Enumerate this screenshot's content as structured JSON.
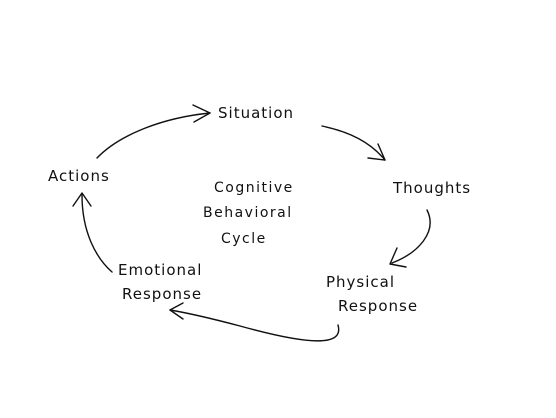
{
  "diagram": {
    "center": {
      "line1": "Cognitive",
      "line2": "Behavioral",
      "line3": "Cycle"
    },
    "nodes": {
      "situation": "Situation",
      "thoughts": "Thoughts",
      "physical_line1": "Physical",
      "physical_line2": "Response",
      "emotional_line1": "Emotional",
      "emotional_line2": "Response",
      "actions": "Actions"
    },
    "edges": [
      {
        "from": "Situation",
        "to": "Thoughts"
      },
      {
        "from": "Thoughts",
        "to": "Physical Response"
      },
      {
        "from": "Physical Response",
        "to": "Emotional Response"
      },
      {
        "from": "Emotional Response",
        "to": "Actions"
      },
      {
        "from": "Actions",
        "to": "Situation"
      }
    ],
    "colors": {
      "ink": "#111111",
      "background": "#ffffff"
    }
  }
}
